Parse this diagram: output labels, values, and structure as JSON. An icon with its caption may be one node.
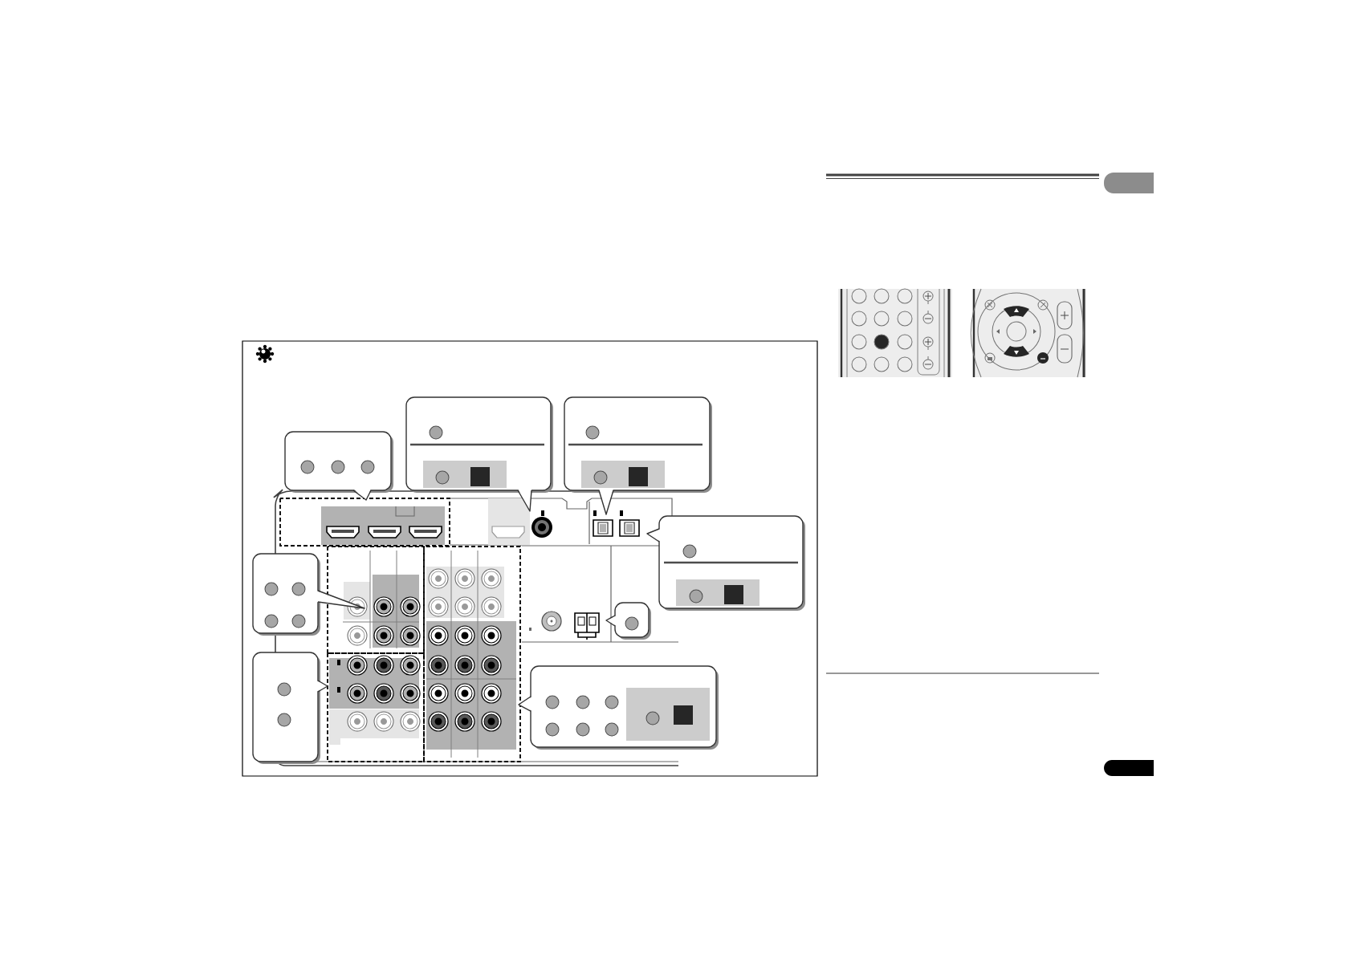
{
  "diagram": {
    "nodes": [
      {
        "text": [],
        "shape": "callout"
      },
      {
        "text": [],
        "shape": "callout"
      },
      {
        "text": [],
        "shape": "callout"
      },
      {
        "text": [],
        "shape": "callout"
      },
      {
        "text": [],
        "shape": "callout"
      },
      {
        "text": [],
        "shape": "callout"
      },
      {
        "text": [],
        "shape": "callout"
      },
      {
        "text": [],
        "shape": "callout"
      }
    ]
  }
}
